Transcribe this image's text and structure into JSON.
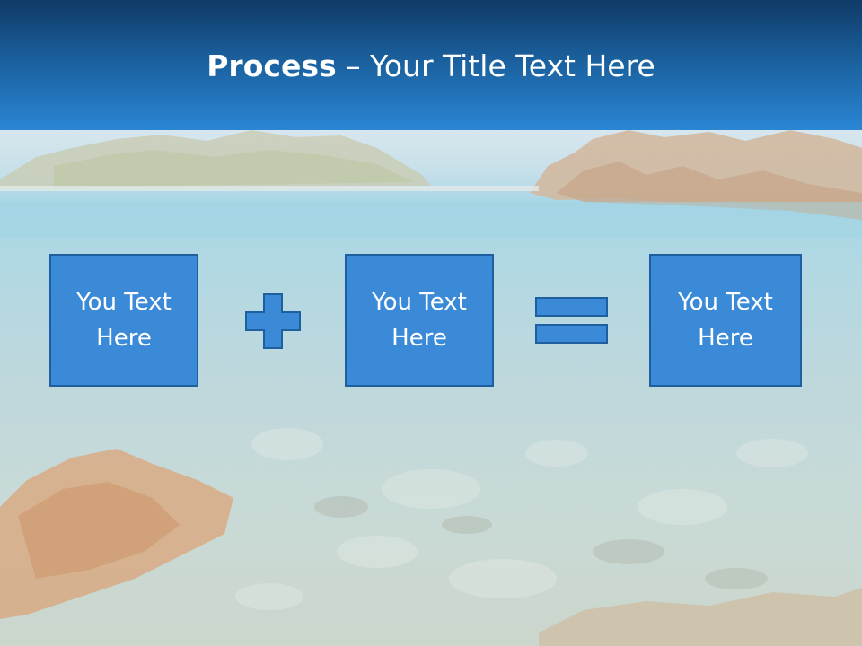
{
  "slide": {
    "title_bold": "Process",
    "title_rest": " – Your Title Text Here",
    "boxes": [
      {
        "text": "You Text Here"
      },
      {
        "text": "You Text Here"
      },
      {
        "text": "You Text Here"
      }
    ],
    "operators": [
      "plus-icon",
      "equals-icon"
    ],
    "colors": {
      "title_bar_top": "#103a66",
      "title_bar_bottom": "#2a86d4",
      "box_fill": "#3b8ad8",
      "box_border": "#1e5f9f",
      "text": "#ffffff"
    }
  }
}
